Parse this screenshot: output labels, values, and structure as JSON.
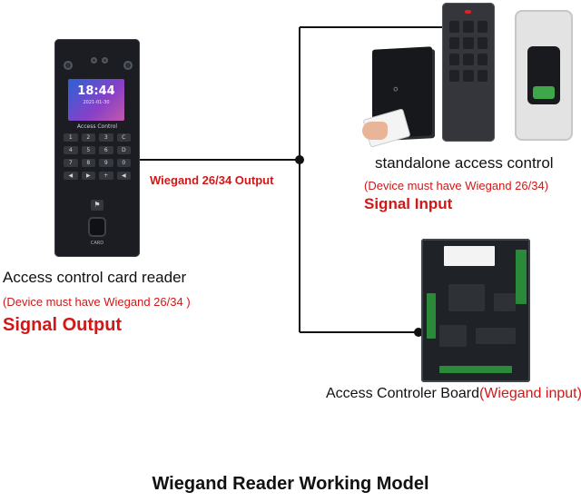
{
  "colors": {
    "red": "#d01818",
    "black": "#111111",
    "wire": "#111111"
  },
  "reader_device": {
    "clock": "18:44",
    "date": "2021-01-30",
    "screen_title": "Access Control",
    "keys": [
      "1",
      "2",
      "3",
      "C",
      "4",
      "5",
      "6",
      "D",
      "7",
      "8",
      "9",
      "0",
      "◀",
      "▶",
      "+",
      "◀"
    ],
    "card_text": "CARD"
  },
  "labels": {
    "wiegand_output": "Wiegand 26/34 Output",
    "reader_title": "Access control card reader",
    "reader_note": "(Device must have Wiegand 26/34 )",
    "reader_signal": "Signal Output",
    "standalone_title": "standalone access control",
    "standalone_note": "(Device must have Wiegand 26/34)",
    "standalone_signal": "Signal Input",
    "board_title": "Access Controler Board",
    "board_input": "(Wiegand input)",
    "model_title": "Wiegand Reader Working Model"
  }
}
